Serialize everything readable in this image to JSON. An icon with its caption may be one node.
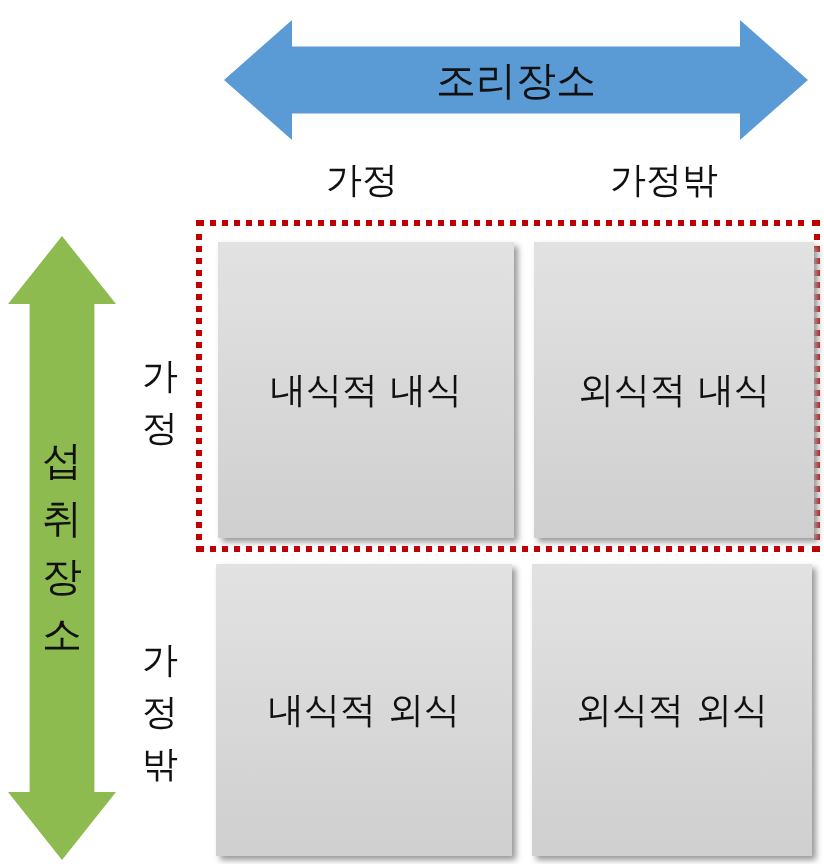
{
  "diagram": {
    "nodes": [
      {
        "text": [
          "조리장소"
        ]
      },
      {
        "text": [
          "섭취장소"
        ]
      },
      {
        "text": [],
        "shape": "box"
      },
      {
        "text": [
          "내식적 내식"
        ],
        "in": 2
      },
      {
        "text": [
          "외식적 내식"
        ],
        "in": 2
      },
      {
        "text": [
          "내식적 외식"
        ]
      },
      {
        "text": [
          "외식적 외식"
        ]
      }
    ],
    "labels": [
      "가정",
      "가정밖",
      "가정",
      "가정밖"
    ]
  }
}
